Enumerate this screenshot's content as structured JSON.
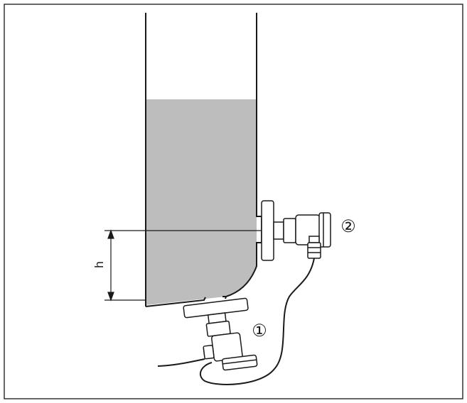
{
  "labels": {
    "callout_1": "①",
    "callout_2": "②",
    "dimension_h": "h"
  },
  "colors": {
    "liquid": "#bdbdbd",
    "stroke": "#1a1a1a",
    "frame": "#333333",
    "background": "#ffffff"
  }
}
